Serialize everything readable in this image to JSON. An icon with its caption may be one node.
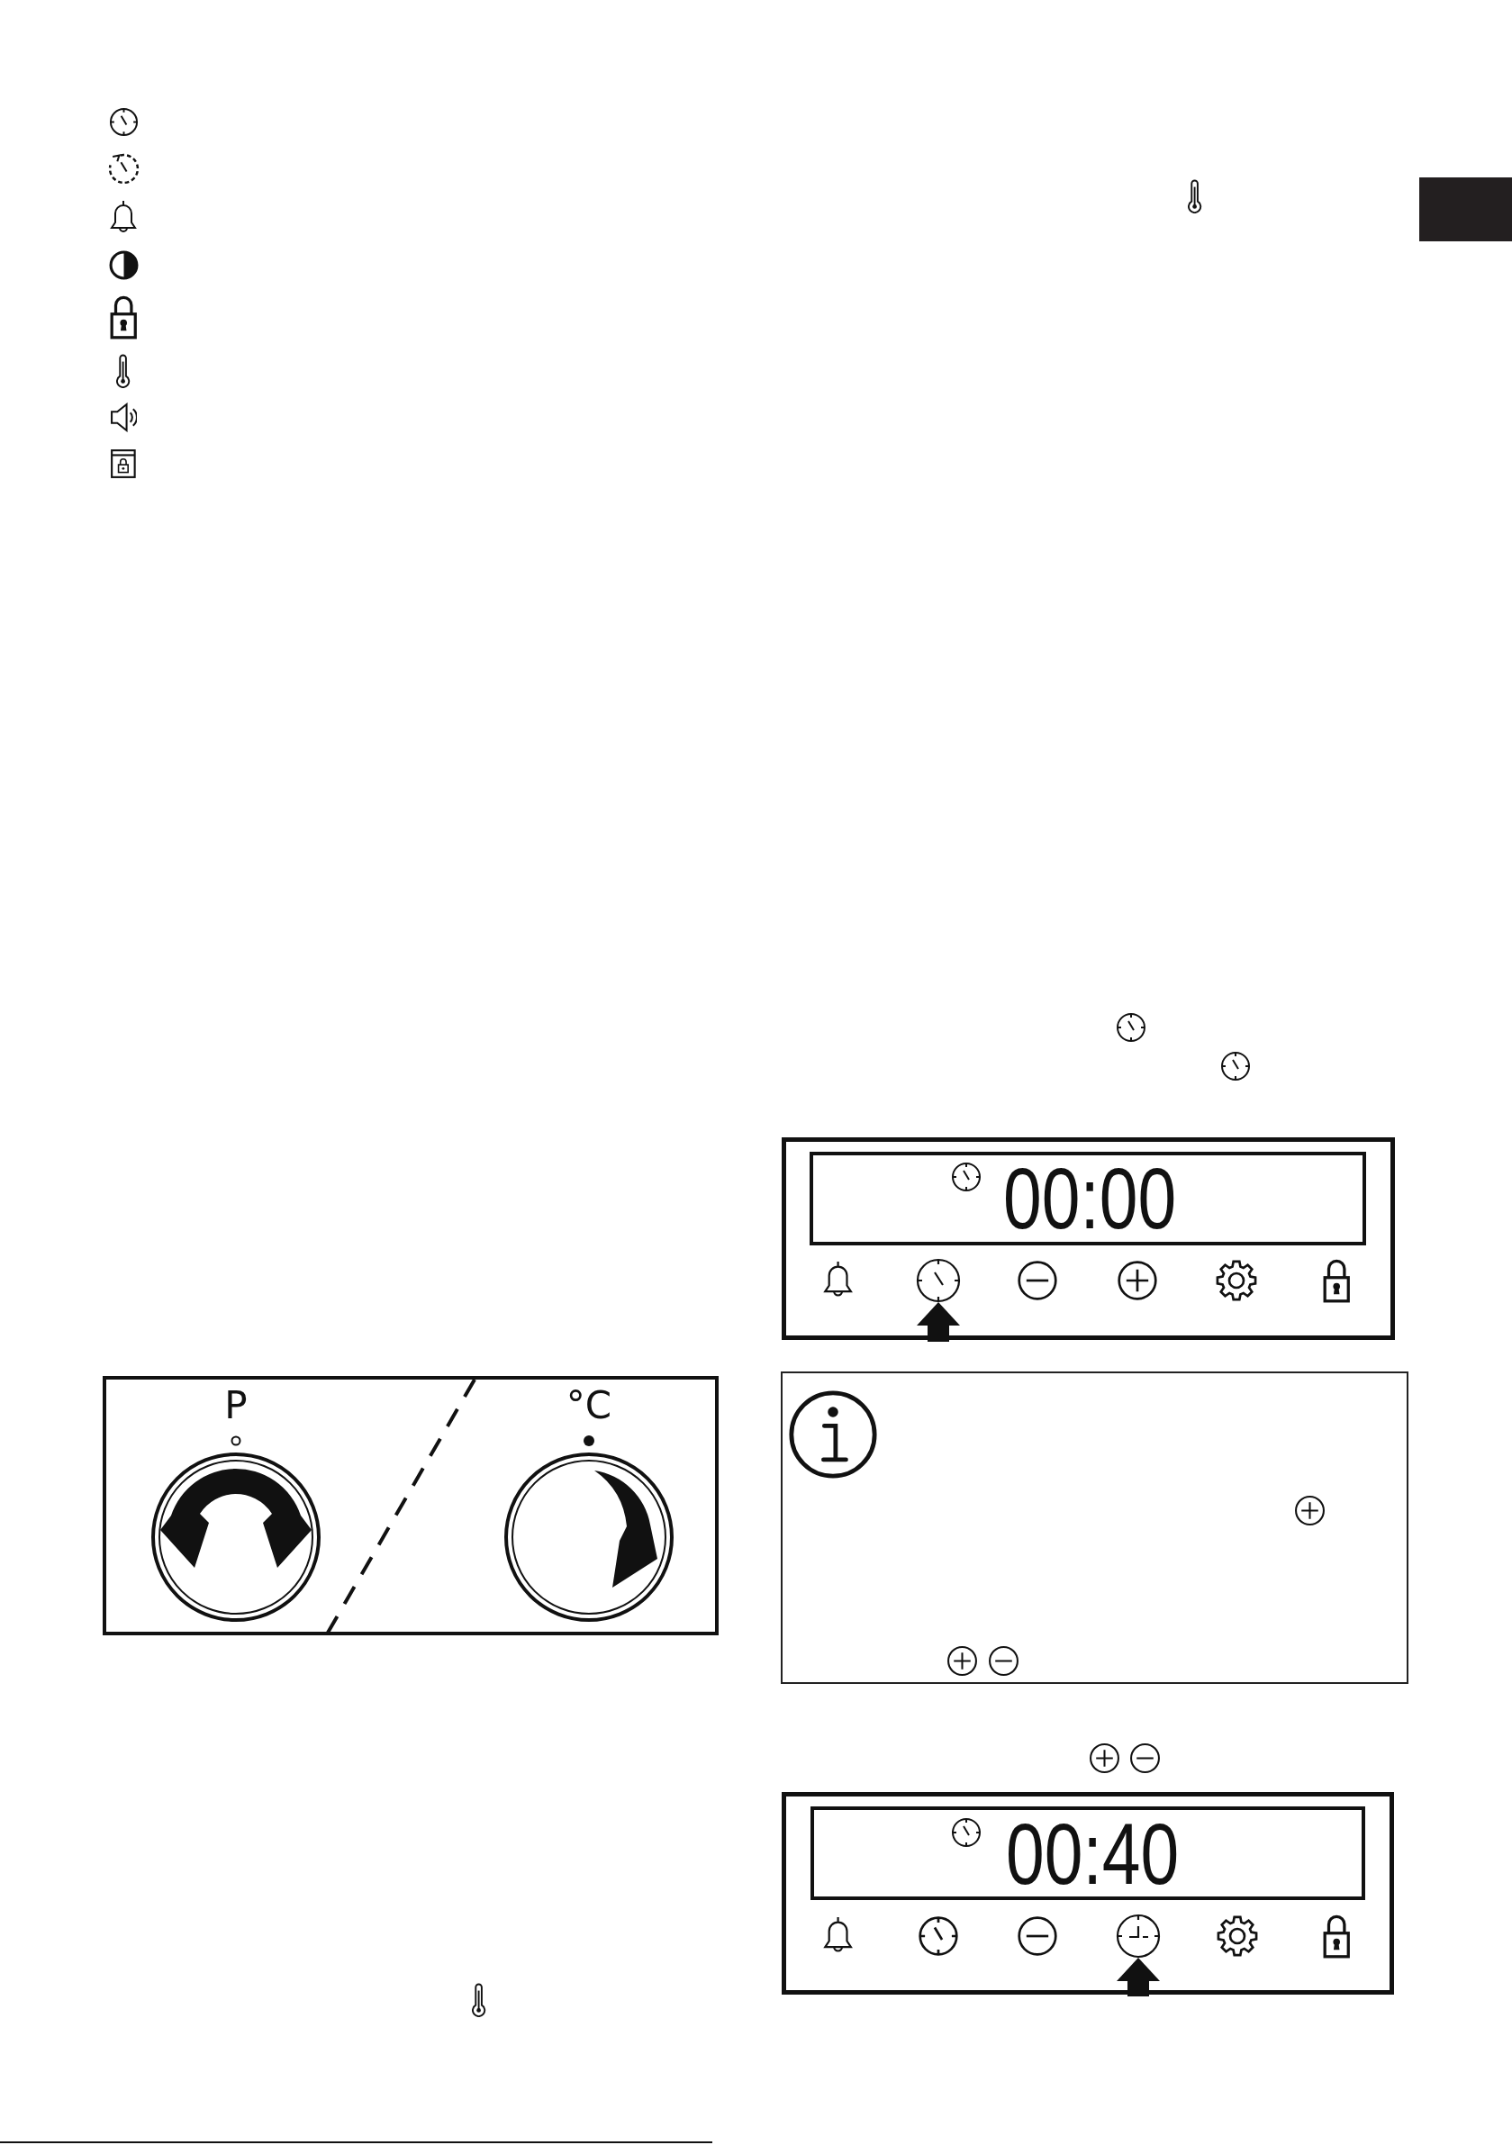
{
  "diagram": {
    "nodes": [
      {
        "text": [],
        "shape": "box"
      },
      {
        "text": [],
        "shape": "box"
      },
      {
        "text": [
          "P"
        ],
        "in": 1
      },
      {
        "text": [
          "°C"
        ],
        "in": 1
      },
      {
        "text": [],
        "shape": "box"
      },
      {
        "text": [
          "00:00"
        ],
        "in": 4
      },
      {
        "text": [],
        "shape": "circle",
        "in": 4
      },
      {
        "text": [],
        "shape": "box"
      },
      {
        "text": [
          "00:40"
        ],
        "in": 7
      },
      {
        "text": [],
        "shape": "circle",
        "in": 7
      }
    ],
    "edges": [
      {
        "from": null,
        "to": 6,
        "arrow": "to"
      },
      {
        "from": null,
        "to": 9,
        "arrow": "to"
      }
    ]
  }
}
